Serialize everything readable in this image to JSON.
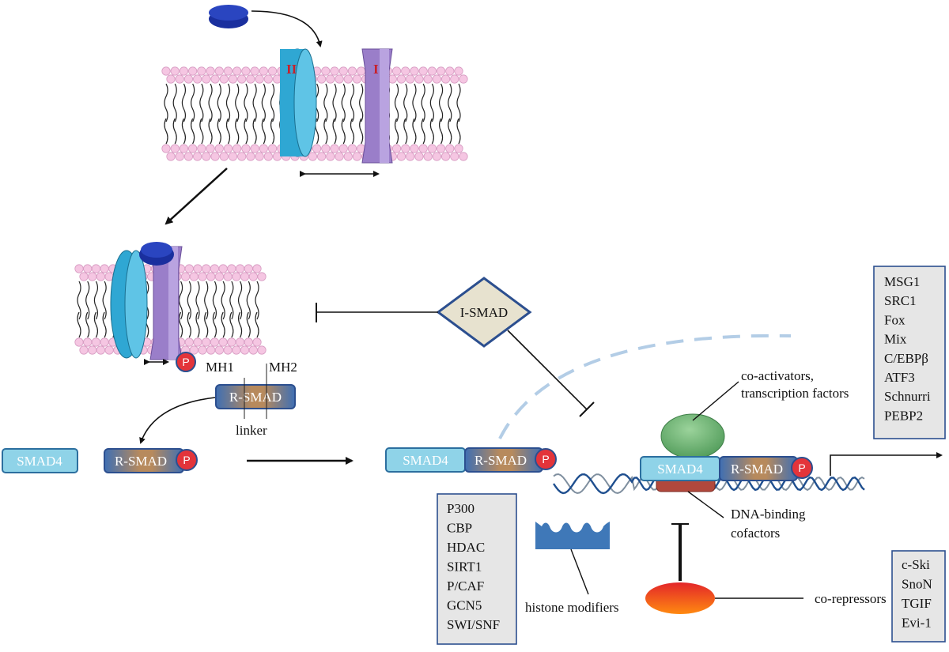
{
  "receptors": {
    "type_II": "II",
    "type_I": "I"
  },
  "complex": {
    "phospho": "P",
    "mh1": "MH1",
    "mh2": "MH2",
    "rsmad": "R-SMAD",
    "linker": "linker"
  },
  "inhibitor": {
    "label": "I-SMAD"
  },
  "free": {
    "smad4": "SMAD4",
    "rsmad": "R-SMAD",
    "phospho": "P"
  },
  "bound_complex": {
    "smad4": "SMAD4",
    "rsmad": "R-SMAD",
    "phospho": "P"
  },
  "nuclear": {
    "smad4": "SMAD4",
    "rsmad": "R-SMAD",
    "phospho": "P"
  },
  "labels": {
    "coactivators_line1": "co-activators,",
    "coactivators_line2": "transcription factors",
    "dna_binding_line1": "DNA-binding",
    "dna_binding_line2": "cofactors",
    "histone_modifiers": "histone modifiers",
    "corepressors": "co-repressors"
  },
  "coactivator_list": [
    "MSG1",
    "SRC1",
    "Fox",
    "Mix",
    "C/EBPβ",
    "ATF3",
    "Schnurri",
    "PEBP2"
  ],
  "histone_list": [
    "P300",
    "CBP",
    "HDAC",
    "SIRT1",
    "P/CAF",
    "GCN5",
    "SWI/SNF"
  ],
  "corepressor_list": [
    "c-Ski",
    "SnoN",
    "TGIF",
    "Evi-1"
  ],
  "colors": {
    "ligand": "#1a2f9e",
    "receptor_II": "#2fa7d3",
    "receptor_I": "#9a7ec9",
    "rsmad": "#3f6fb3",
    "smad4": "#8fd3e8",
    "phospho": "#e3343a",
    "membrane_head": "#f5c6e2",
    "isad": "#e7e2cf"
  }
}
